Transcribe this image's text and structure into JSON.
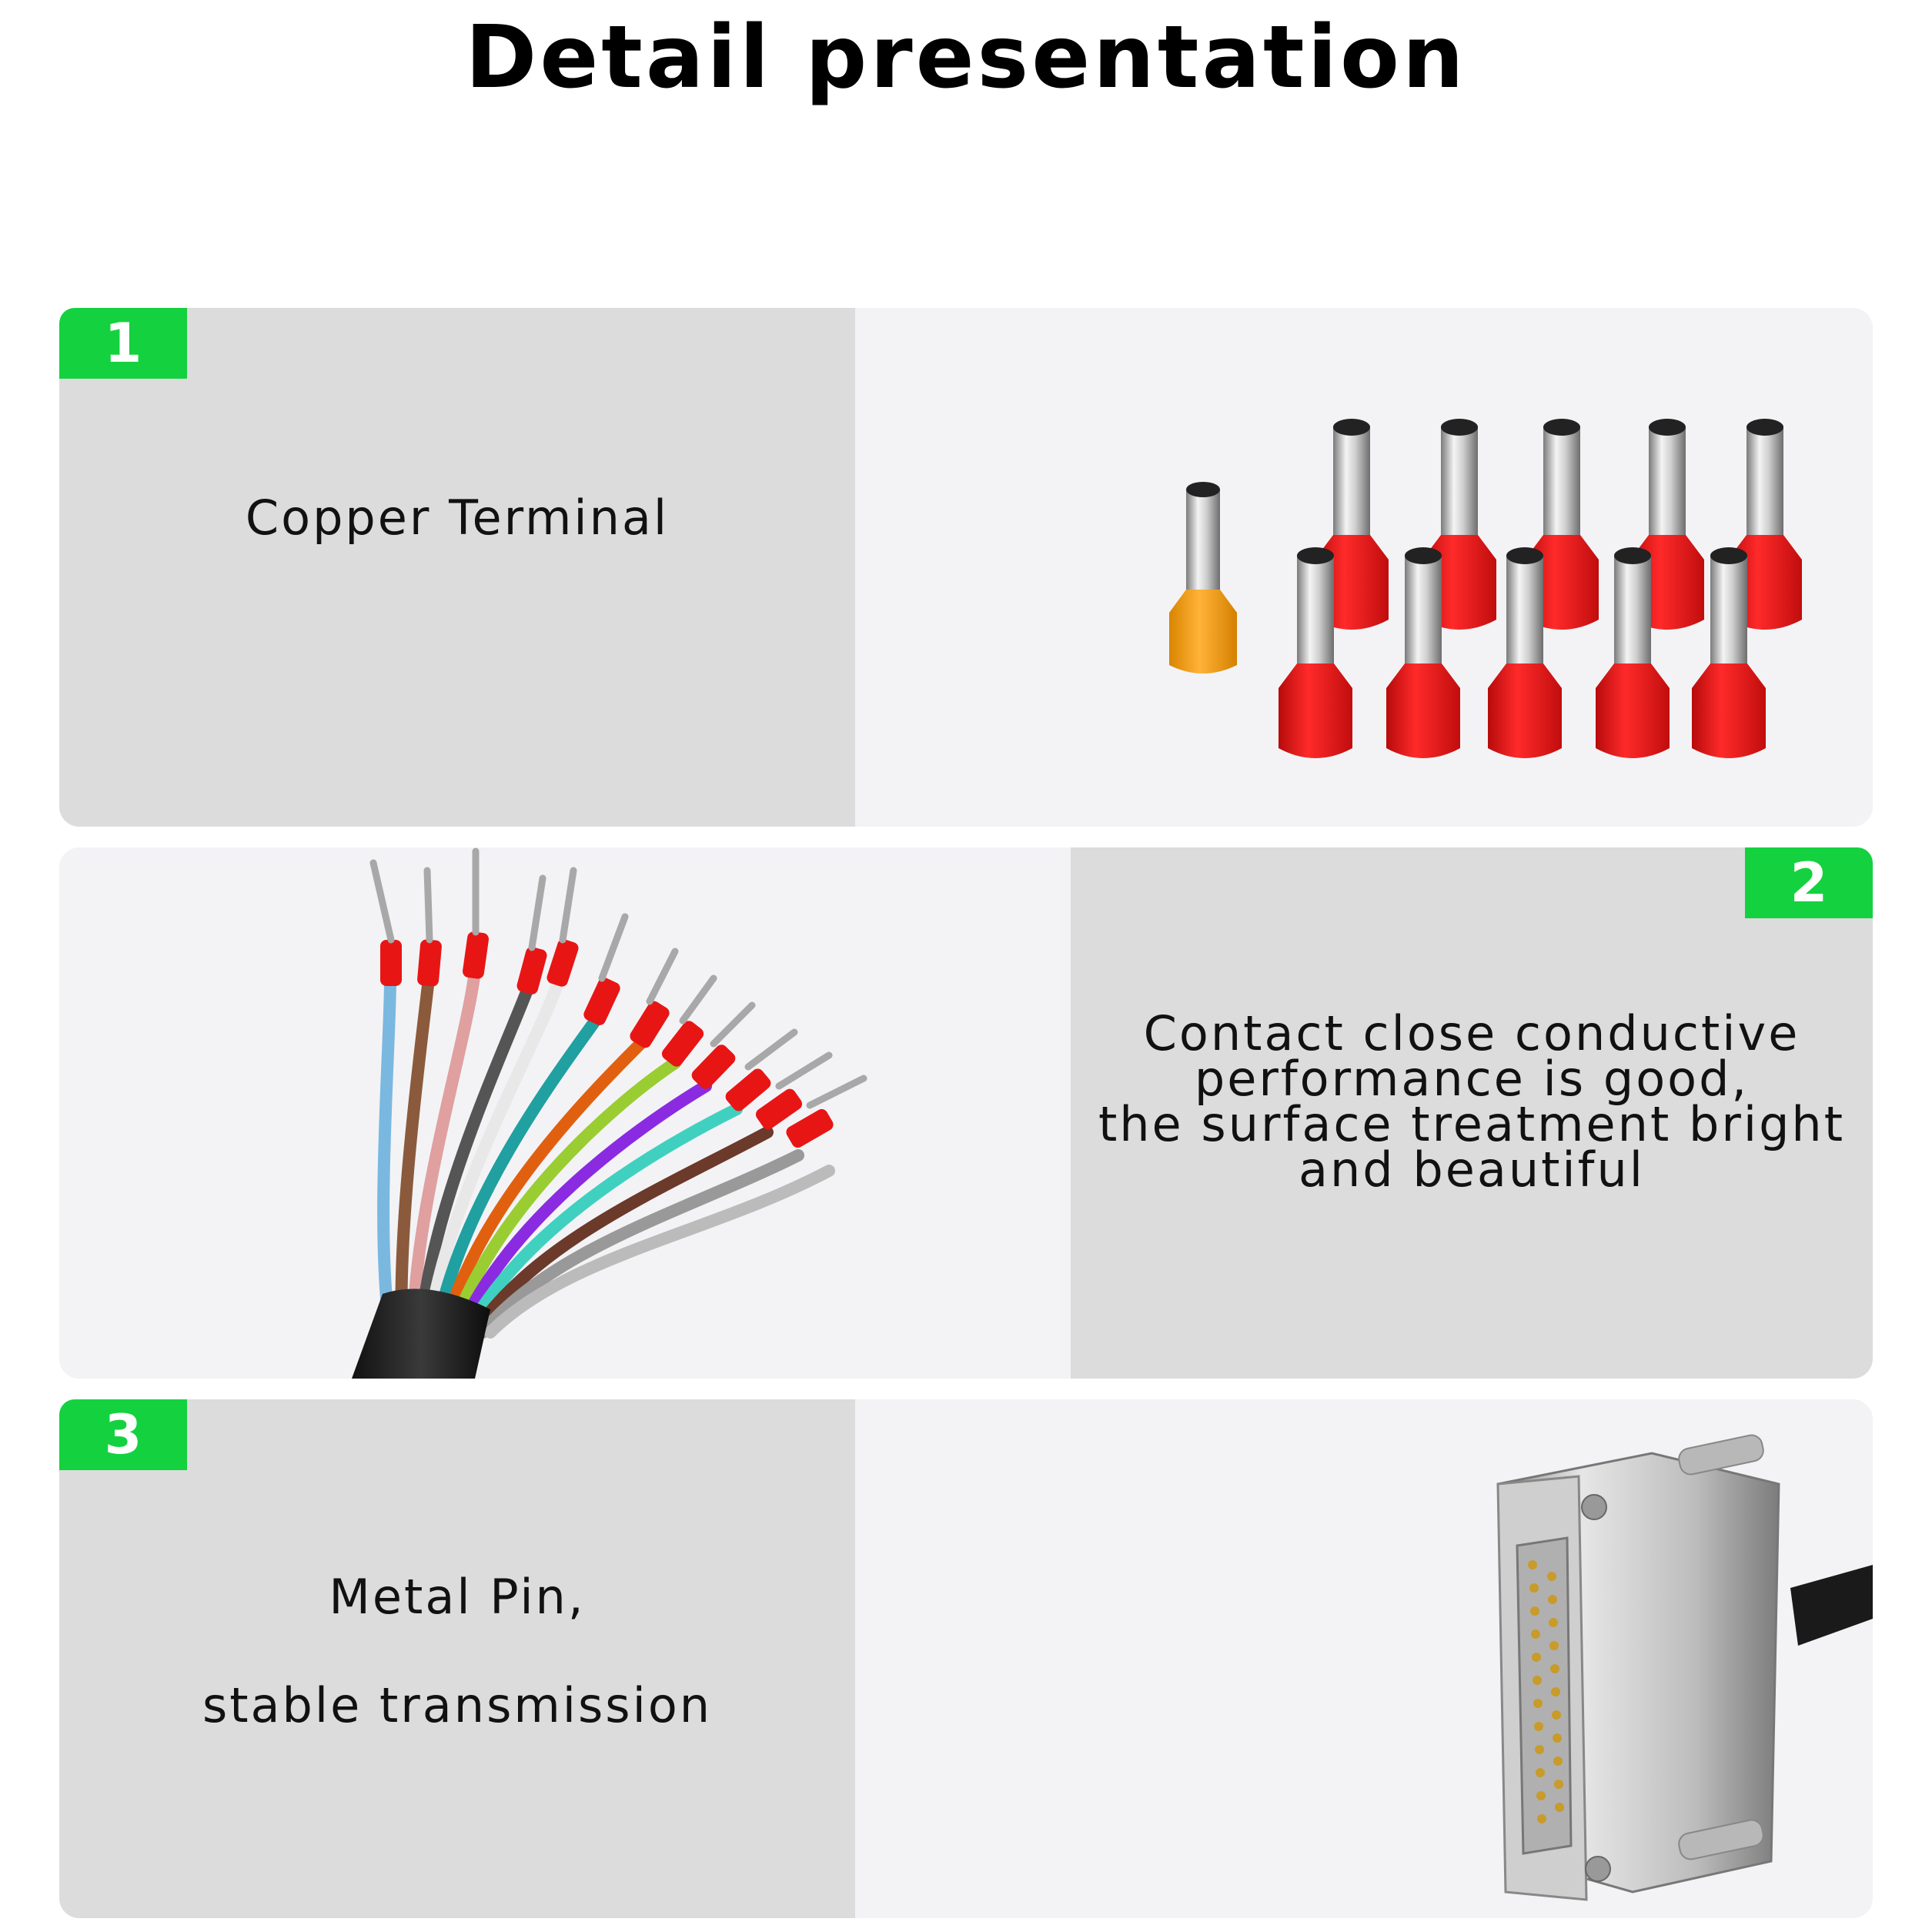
{
  "page": {
    "title": "Detail presentation"
  },
  "features": [
    {
      "badge": "1",
      "lines": [
        "Copper Terminal"
      ]
    },
    {
      "badge": "2",
      "lines": [
        "Contact close conductive",
        "performance is good,",
        "the surface treatment bright",
        "and beautiful"
      ]
    },
    {
      "badge": "3",
      "lines": [
        "Metal Pin,",
        "stable transmission"
      ]
    }
  ],
  "colors": {
    "badge_green": "#14d23f",
    "text_pane_gray": "#dcdcdc",
    "image_pane": "#f3f3f6",
    "terminal_red": "#e81515",
    "terminal_yellow": "#f0a020"
  },
  "icons": [
    "ferrule-terminals-photo",
    "crimped-cable-wires-photo",
    "db25-connector-photo"
  ]
}
